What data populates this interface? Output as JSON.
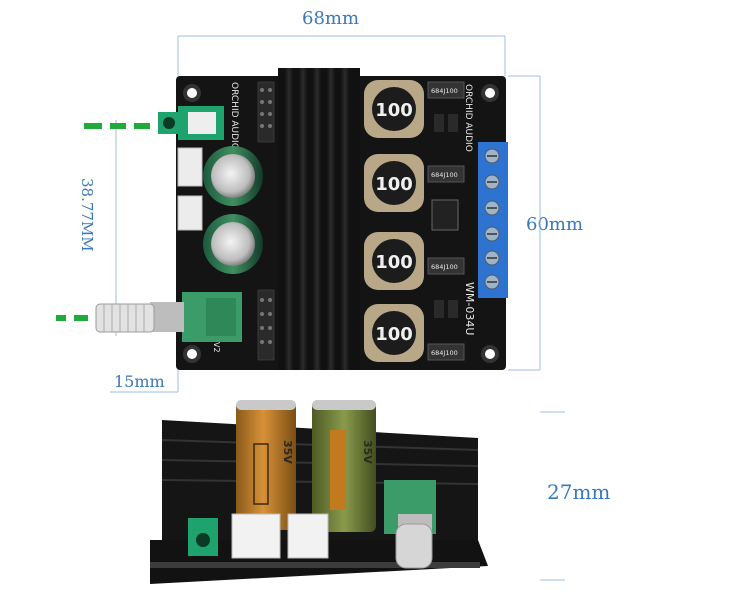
{
  "dimensions": {
    "width": "68mm",
    "height": "60mm",
    "jack_offset": "38.77MM",
    "pot_offset": "15mm",
    "thickness": "27mm"
  },
  "board": {
    "brand_left": "ORCHID AUDIO",
    "brand_right": "ORCHID AUDIO",
    "model": "WM-034U",
    "inductor_value": "100",
    "smd_marking": "684J100",
    "pot_label": "V2",
    "capacitor_voltage": "35V"
  },
  "colors": {
    "pcb": "#141414",
    "heatsink": "#1a1a1a",
    "terminal": "#2f73d0",
    "pot_body": "#3b9c6a",
    "guide_green": "#1faa3a",
    "capacitor_orange": "#c27a1e",
    "capacitor_olive": "#6d7c3a",
    "dimension_text": "#3a78b8"
  }
}
